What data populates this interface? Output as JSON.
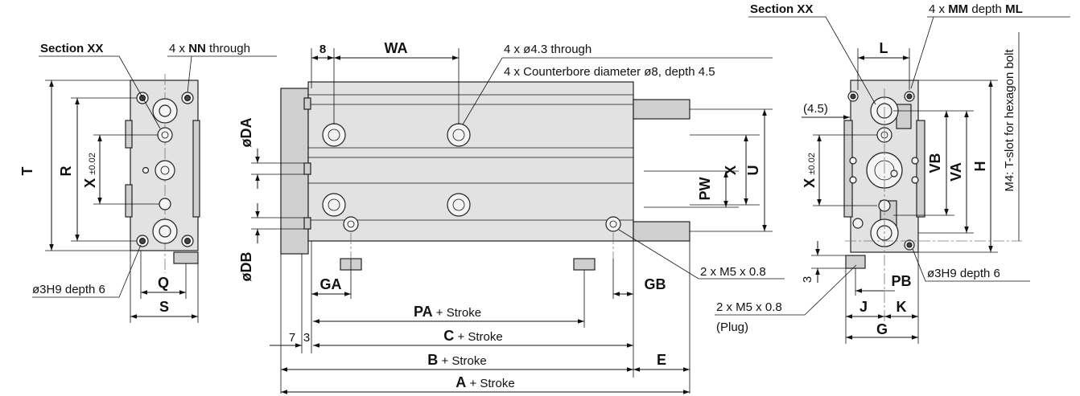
{
  "left_view": {
    "section_label": "Section XX",
    "holes_count": "4 x",
    "holes_code": "NN",
    "holes_suffix": "through",
    "dim_T": "T",
    "dim_R": "R",
    "dim_X": "X",
    "tol_X": "±0.02",
    "dim_Q": "Q",
    "dim_S": "S",
    "pin_hole": "ø3H9 depth 6"
  },
  "middle_view": {
    "dim_8": "8",
    "dim_WA": "WA",
    "through_note": "4 x ø4.3 through",
    "counterbore_note": "4 x Counterbore diameter ø8, depth 4.5",
    "dim_DA": "øDA",
    "dim_DB": "øDB",
    "dim_PW": "PW",
    "dim_X": "X",
    "dim_U": "U",
    "dim_GA": "GA",
    "dim_GB": "GB",
    "port_note": "2 x M5 x 0.8",
    "dim_PA": "PA",
    "dim_C": "C",
    "dim_B": "B",
    "dim_A": "A",
    "dim_E": "E",
    "dim_7": "7",
    "dim_3": "3",
    "stroke_suffix": "+ Stroke"
  },
  "right_view": {
    "section_label": "Section XX",
    "holes_count": "4 x",
    "holes_code": "MM",
    "holes_depth_word": "depth",
    "holes_depth_code": "ML",
    "dim_L": "L",
    "dim_4_5": "(4.5)",
    "dim_X": "X",
    "tol_X": "±0.02",
    "dim_VB": "VB",
    "dim_VA": "VA",
    "dim_H": "H",
    "tslot_note": "M4: T-slot for hexagon bolt",
    "pin_hole": "ø3H9 depth 6",
    "dim_3": "3",
    "dim_PB": "PB",
    "plug_note": "2 x M5 x 0.8",
    "plug_word": "(Plug)",
    "dim_J": "J",
    "dim_K": "K",
    "dim_G": "G"
  },
  "colors": {
    "line": "#111111",
    "body": "#e2e2e2",
    "shade": "#cfcfcf"
  }
}
